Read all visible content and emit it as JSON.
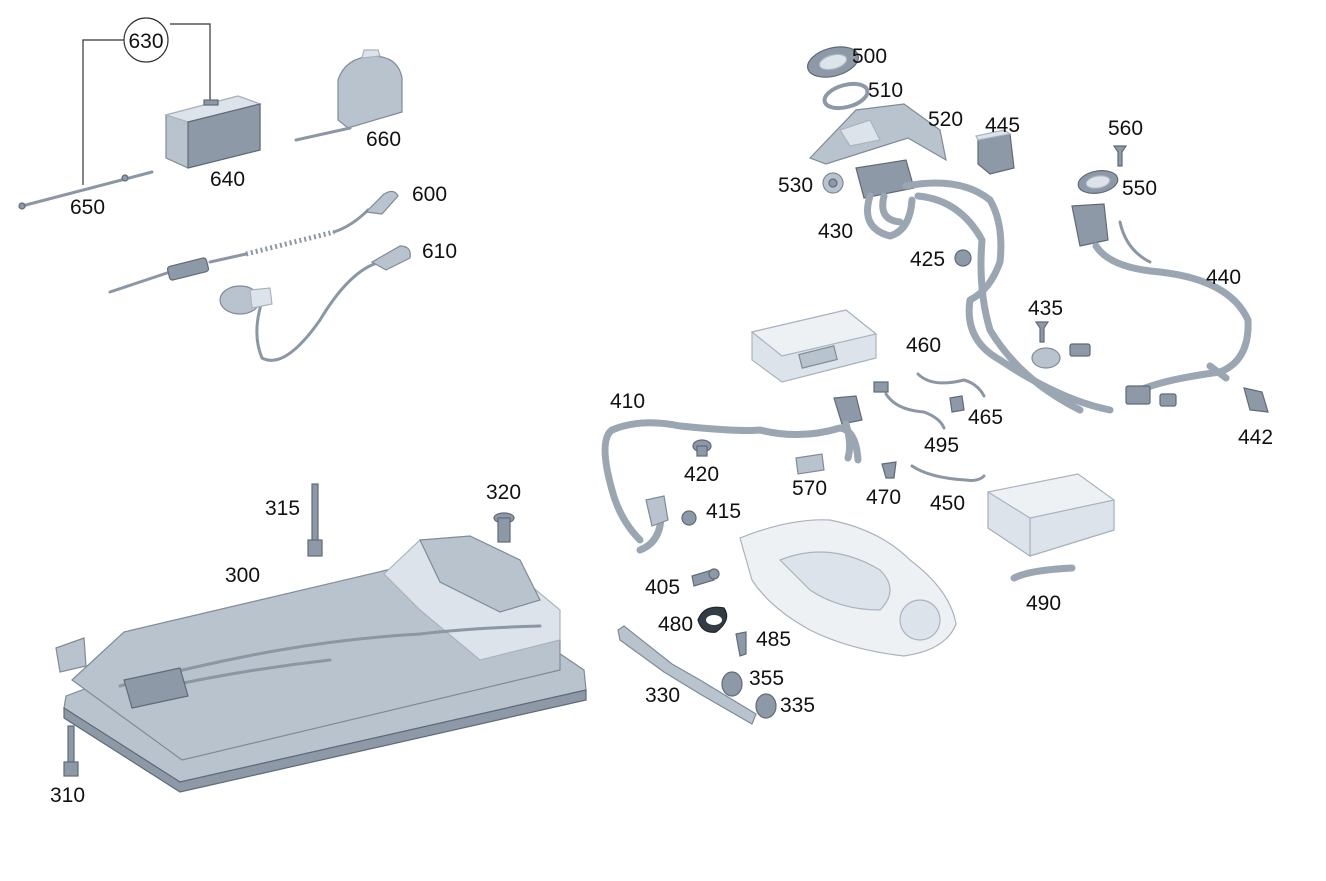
{
  "labels": {
    "l630": "630",
    "l640": "640",
    "l650": "650",
    "l660": "660",
    "l600": "600",
    "l610": "610",
    "l500": "500",
    "l510": "510",
    "l520": "520",
    "l445": "445",
    "l530": "530",
    "l430": "430",
    "l425": "425",
    "l560": "560",
    "l550": "550",
    "l440": "440",
    "l435": "435",
    "l442": "442",
    "l460": "460",
    "l465": "465",
    "l495": "495",
    "l410": "410",
    "l420": "420",
    "l570": "570",
    "l470": "470",
    "l450": "450",
    "l415": "415",
    "l405": "405",
    "l480": "480",
    "l485": "485",
    "l490": "490",
    "l355": "355",
    "l335": "335",
    "l330": "330",
    "l315": "315",
    "l320": "320",
    "l300": "300",
    "l310": "310"
  },
  "colors": {
    "part_fill": "#b9c3ce",
    "part_light": "#dde3ea",
    "part_dark": "#8d99a6",
    "label_text": "#111111",
    "background": "#ffffff"
  }
}
